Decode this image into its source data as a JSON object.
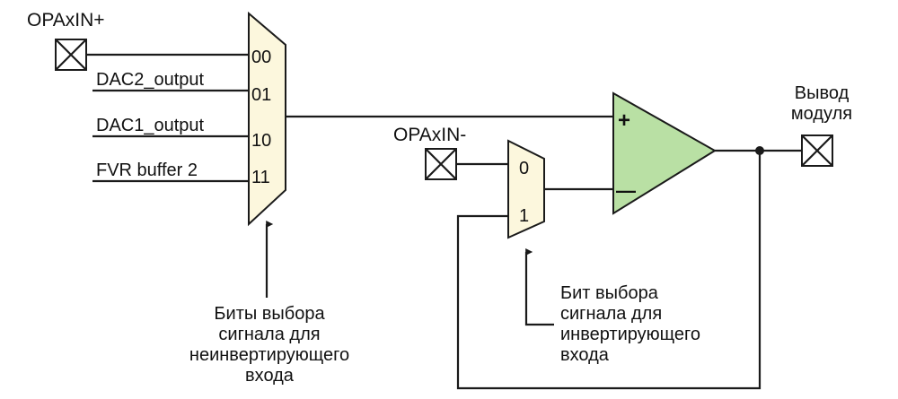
{
  "colors": {
    "mux_fill": "#fcf7dd",
    "opamp_fill": "#b9e0a4",
    "line": "#1a1a1a"
  },
  "pins": {
    "noninv_input": "OPAxIN+",
    "inv_input": "OPAxIN-",
    "output": [
      "Вывод",
      "модуля"
    ]
  },
  "mux_noninv": {
    "inputs": [
      {
        "code": "00",
        "label": ""
      },
      {
        "code": "01",
        "label": "DAC2_output"
      },
      {
        "code": "10",
        "label": "DAC1_output"
      },
      {
        "code": "11",
        "label": "FVR buffer 2"
      }
    ],
    "select_caption": [
      "Биты выбора",
      "сигнала для",
      "неинвертирующего",
      "входа"
    ]
  },
  "mux_inv": {
    "inputs": [
      {
        "code": "0"
      },
      {
        "code": "1"
      }
    ],
    "select_caption": [
      "Бит выбора",
      "сигнала для",
      "инвертирующего",
      "входа"
    ]
  },
  "opamp": {
    "plus": "+",
    "minus": "—"
  }
}
